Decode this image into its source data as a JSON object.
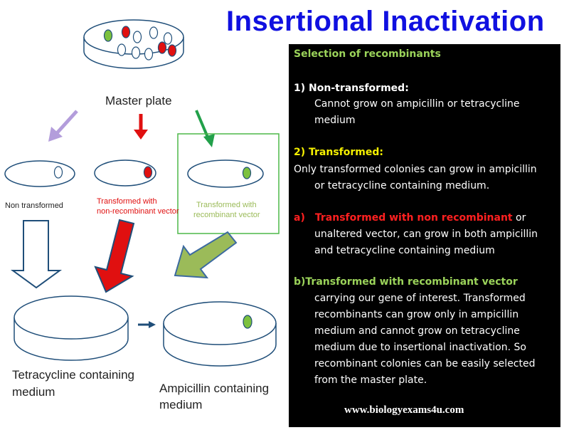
{
  "title": "Insertional Inactivation",
  "diagram": {
    "master_plate": "Master plate",
    "plate_non_transformed": "Non transformed",
    "plate_non_recombinant_l1": "Transformed with",
    "plate_non_recombinant_l2": "non-recombinant vector",
    "plate_recombinant_l1": "Transformed with",
    "plate_recombinant_l2": "recombinant vector",
    "tetracycline_l1": "Tetracycline containing",
    "tetracycline_l2": "medium",
    "ampicillin_l1": "Ampicillin containing",
    "ampicillin_l2": "medium"
  },
  "colors": {
    "title": "#1010e0",
    "colony_green": "#7cc13e",
    "colony_red": "#e01010",
    "plate_outline": "#1f4e79",
    "arrow_purple": "#b39ddb",
    "arrow_red": "#e01010",
    "arrow_green": "#22a04a",
    "box_green": "#4db848"
  },
  "info": {
    "heading": "Selection of recombinants",
    "s1_title": "1) Non-transformed:",
    "s1_l1": "Cannot grow on ampicillin  or tetracycline",
    "s1_l2": "medium",
    "s2_title": "2) Transformed:",
    "s2_l1": "Only transformed colonies can grow in ampicillin",
    "s2_l2": "or tetracycline containing medium.",
    "a_prefix": "a)",
    "a_red": "Transformed with non recombinant",
    "a_tail": " or",
    "a_l2": "unaltered vector, can grow in both ampicillin",
    "a_l3": "and tetracycline containing medium",
    "b_title": "b)Transformed with  recombinant vector",
    "b_l1": "carrying our gene of interest. Transformed",
    "b_l2": "recombinants can grow only in ampicillin",
    "b_l3": "medium and cannot grow on tetracycline",
    "b_l4": "medium due to insertional inactivation. So",
    "b_l5": "recombinant colonies can be  easily selected",
    "b_l6": "from the master plate.",
    "website": "www.biologyexams4u.com"
  }
}
